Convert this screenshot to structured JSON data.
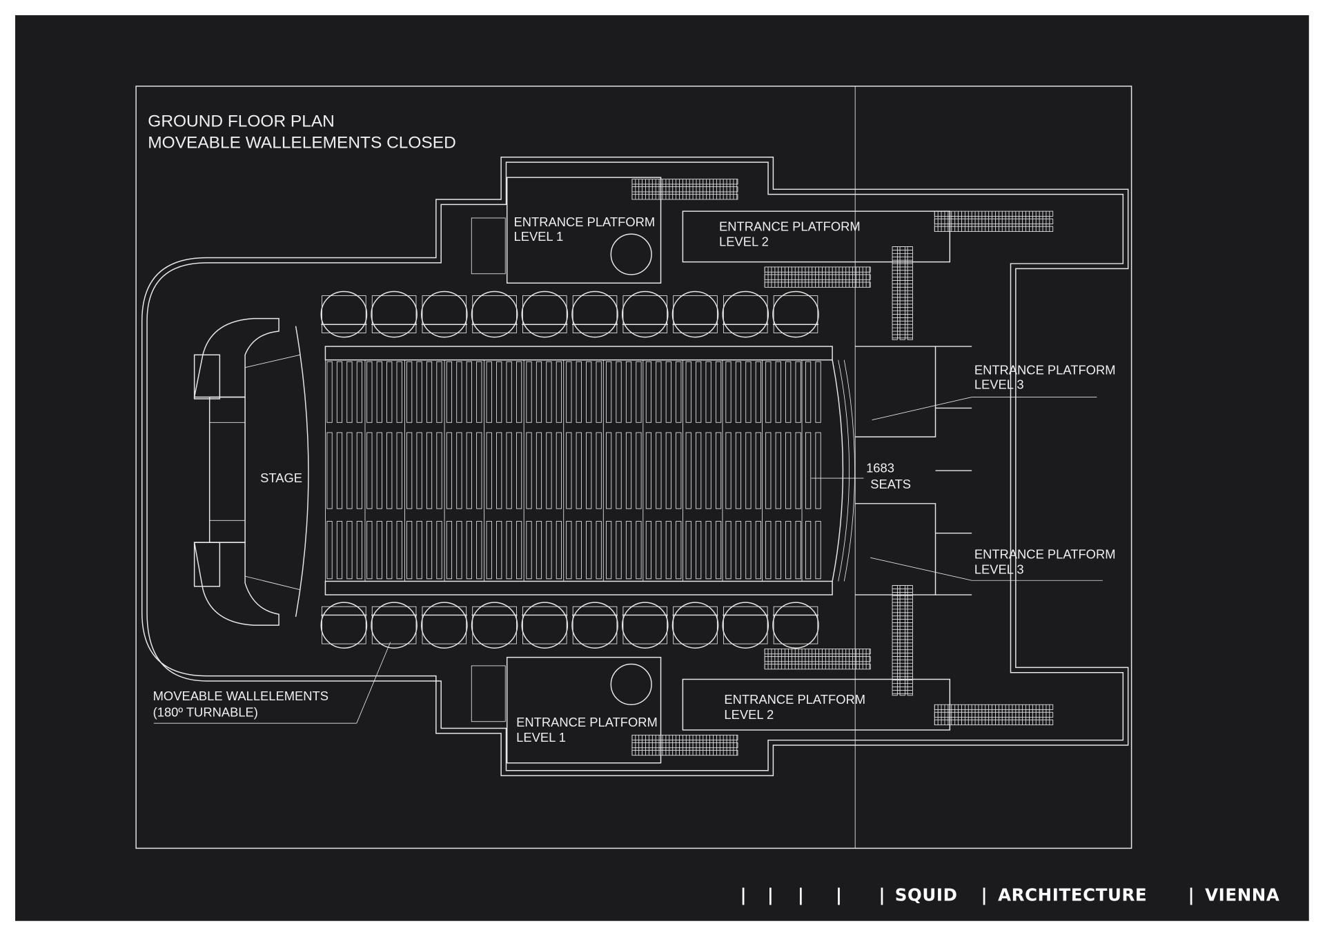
{
  "plan": {
    "title_line1": "GROUND FLOOR PLAN",
    "title_line2": "MOVEABLE WALLELEMENTS CLOSED",
    "labels": {
      "stage": "STAGE",
      "seats_count": "1683",
      "seats_word": "SEATS",
      "ep_level1_top_a": "ENTRANCE PLATFORM",
      "ep_level1_top_b": "LEVEL 1",
      "ep_level2_top_a": "ENTRANCE PLATFORM",
      "ep_level2_top_b": "LEVEL 2",
      "ep_level3_top_a": "ENTRANCE PLATFORM",
      "ep_level3_top_b": "LEVEL 3",
      "ep_level3_bot_a": "ENTRANCE PLATFORM",
      "ep_level3_bot_b": "LEVEL 3",
      "ep_level2_bot_a": "ENTRANCE PLATFORM",
      "ep_level2_bot_b": "LEVEL 2",
      "ep_level1_bot_a": "ENTRANCE PLATFORM",
      "ep_level1_bot_b": "LEVEL 1",
      "wall_a": "MOVEABLE WALLELEMENTS",
      "wall_b": "(180º TURNABLE)"
    }
  },
  "footer": {
    "separators": [
      "|",
      "|",
      "|",
      "|",
      "|",
      "|",
      "|"
    ],
    "brand": [
      "SQUID",
      "ARCHITECTURE",
      "VIENNA"
    ]
  },
  "colors": {
    "background": "#1b1a1d",
    "line": "#e8e8e8",
    "page": "#ffffff"
  }
}
